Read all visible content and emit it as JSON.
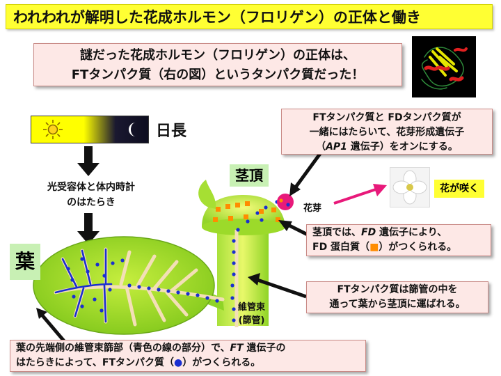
{
  "title": "われわれが解明した花成ホルモン（フロリゲン）の正体と働き",
  "summary": {
    "line1": "謎だった花成ホルモン（フロリゲン）の正体は、",
    "line2": "FTタンパク質（右の図）というタンパク質だった！"
  },
  "day_length_label": "日長",
  "process_label": {
    "line1": "光受容体と体内時計",
    "line2": "のはたらき"
  },
  "shoot_apex_label": "茎頂",
  "leaf_label": "葉",
  "bud_label": "花芽",
  "flower_label": "花が咲く",
  "vascular_label": {
    "line1": "維管束",
    "line2": "(篩管)"
  },
  "callouts": {
    "ft_fd": {
      "line1": "FTタンパク質と FDタンパク質が",
      "line2": "一緒にはたらいて、花芽形成遺伝子",
      "line3_pre": "（",
      "line3_gene": "AP1",
      "line3_post": " 遺伝子）をオンにする。"
    },
    "fd": {
      "line1_pre": "茎頂では、",
      "line1_gene": "FD",
      "line1_post": " 遺伝子により、",
      "line2_pre": "FD 蛋白質（",
      "line2_symbol": "■",
      "line2_post": "）がつくられる。"
    },
    "transport": {
      "line1": "FTタンパク質は篩管の中を",
      "line2": "通って葉から茎頂に運ばれる。"
    },
    "leaf_ft": {
      "line1_pre": "葉の先端側の維管束篩部（青色の線の部分）で、",
      "line1_gene": "FT",
      "line1_post": " 遺伝子の",
      "line2_pre": "はたらきによって、FTタンパク質（",
      "line2_symbol": "●",
      "line2_post": "）がつくられる。"
    }
  },
  "colors": {
    "title_bg": "#ffff33",
    "callout_bg": "#fde8e6",
    "ft_protein": "#1a2fd0",
    "fd_protein": "#ff8c00",
    "bud": "#e8197a",
    "leaf_green": "#8fd426",
    "leaf_label_bg": "#c8f0b4"
  },
  "icons": [
    "sun-icon",
    "moon-icon",
    "flowering-bud-icon",
    "white-flower-icon",
    "ft-protein-structure-icon"
  ]
}
